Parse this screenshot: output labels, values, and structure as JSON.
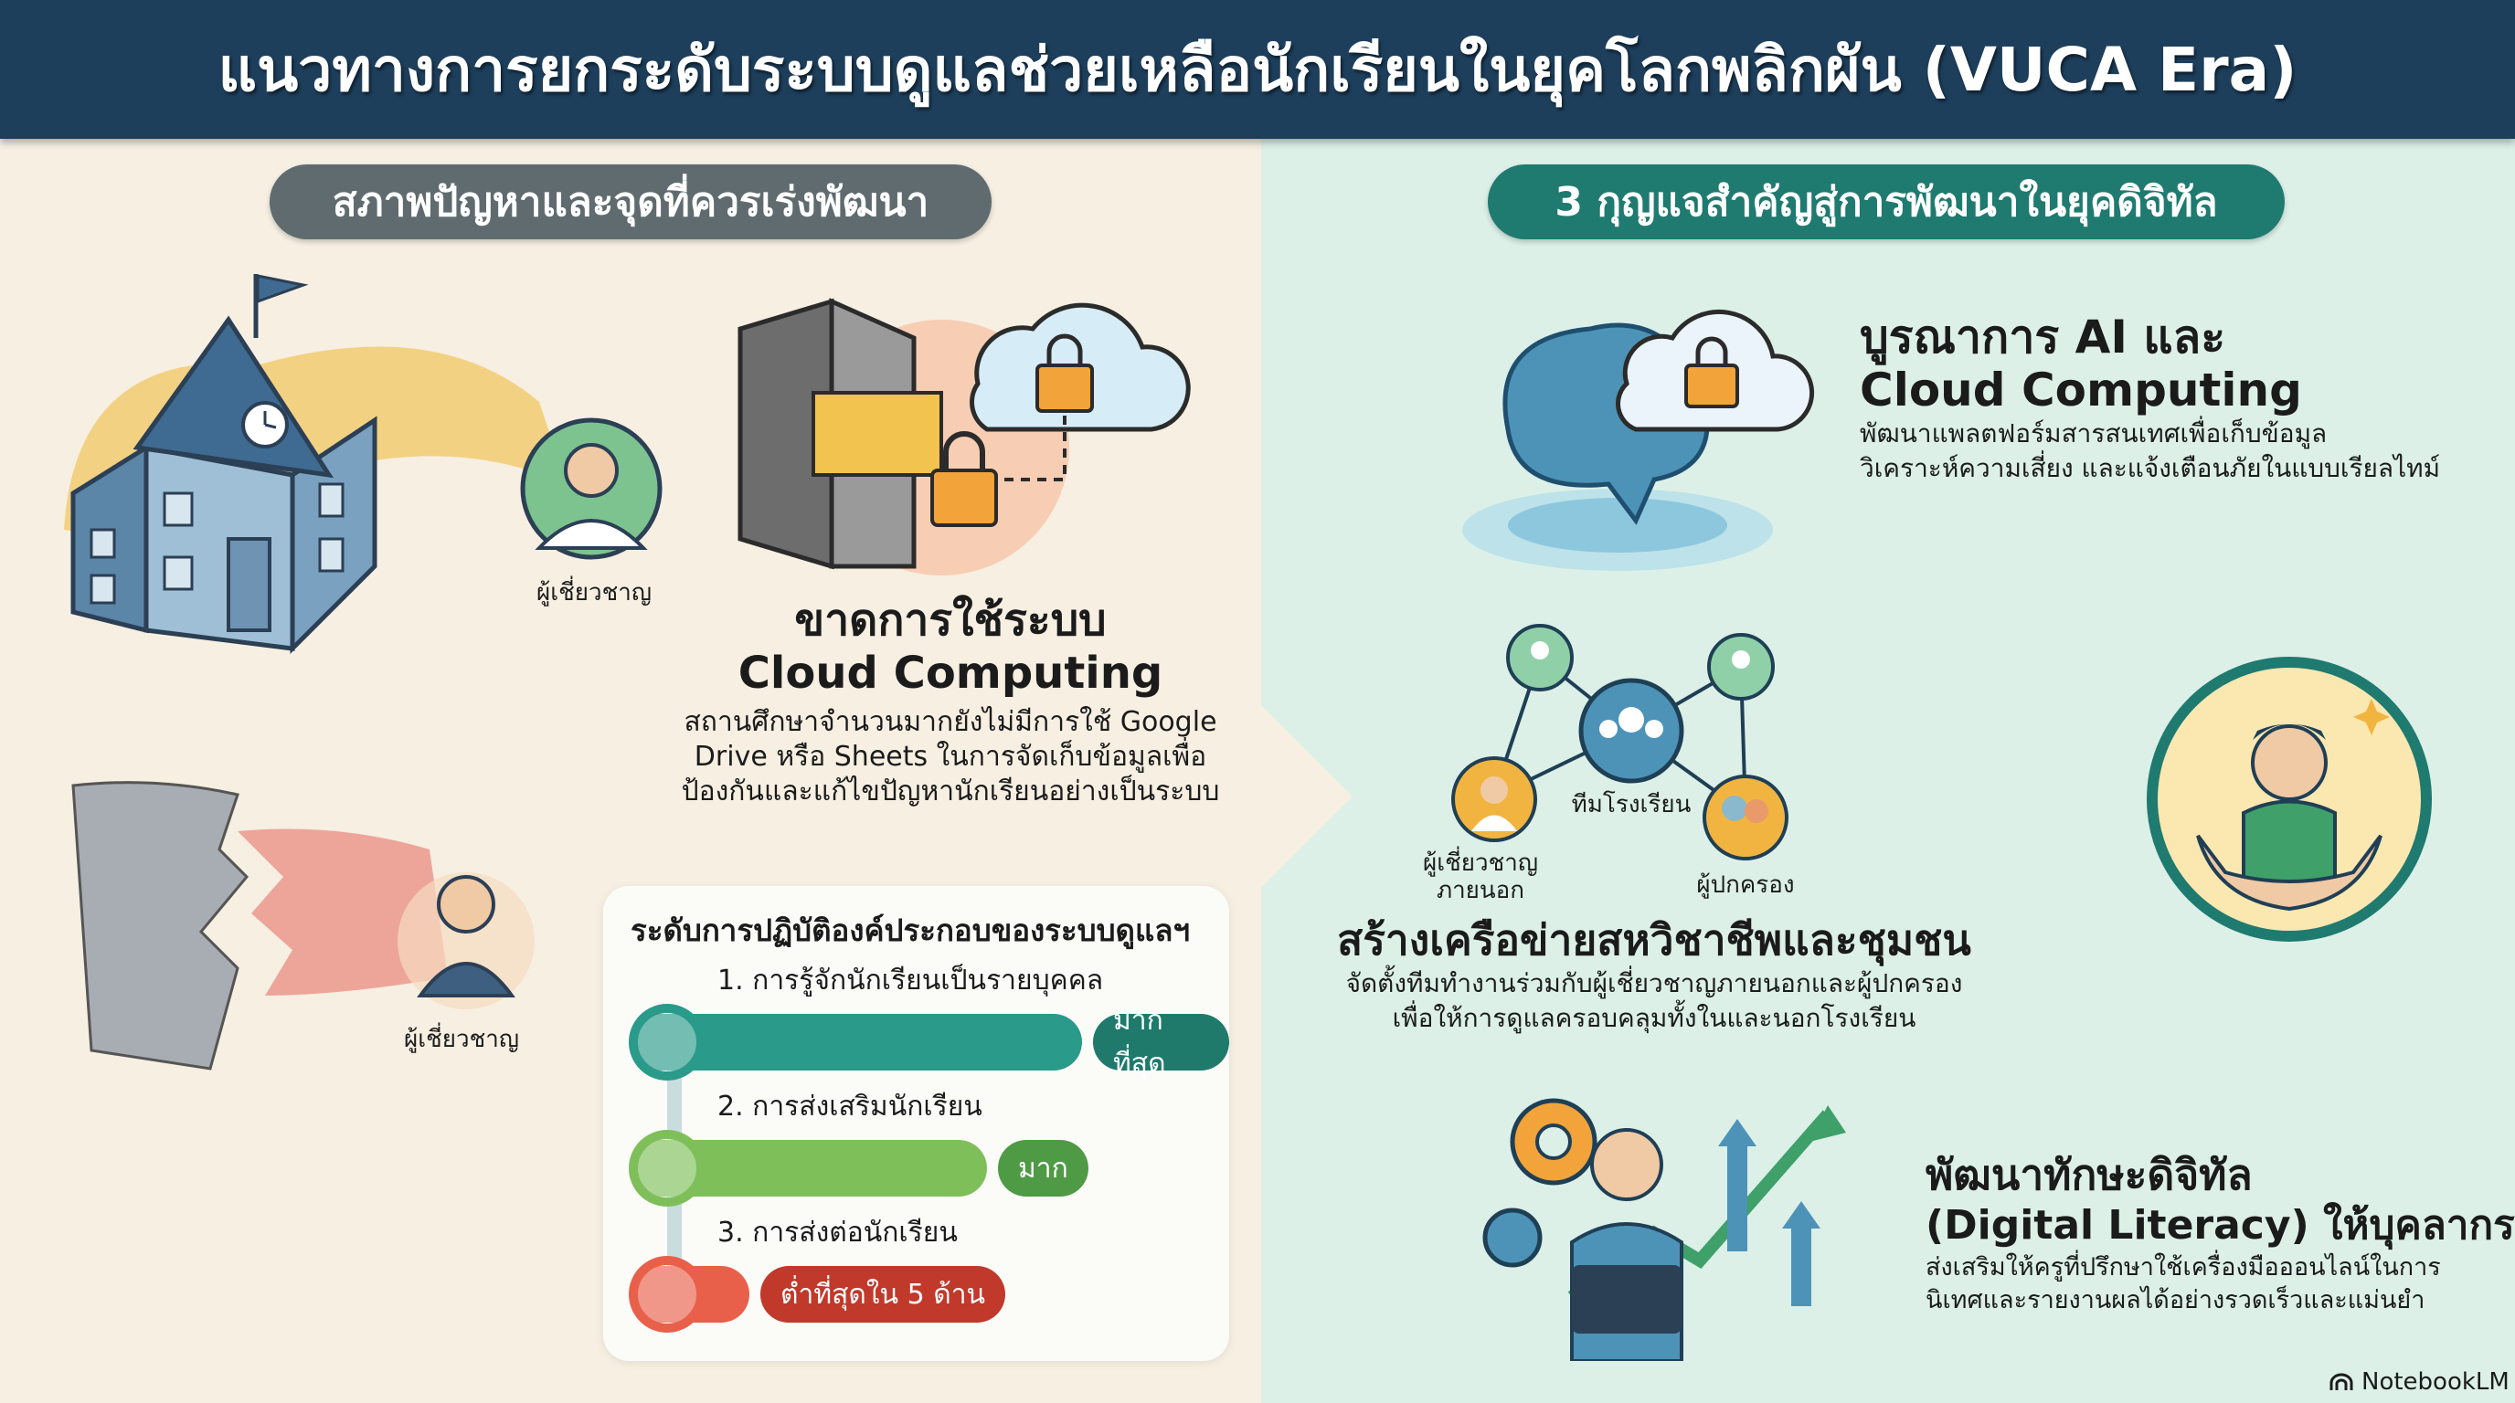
{
  "header": {
    "title": "แนวทางการยกระดับระบบดูแลช่วยเหลือนักเรียนในยุคโลกพลิกผัน (VUCA Era)"
  },
  "left": {
    "pill": "สภาพปัญหาและจุดที่ควรเร่งพัฒนา",
    "expert_label_1": "ผู้เชี่ยวชาญ",
    "expert_label_2": "ผู้เชี่ยวชาญ",
    "cloud": {
      "title_1": "ขาดการใช้ระบบ",
      "title_2": "Cloud Computing",
      "body": [
        "สถานศึกษาจำนวนมากยังไม่มีการใช้ Google",
        "Drive หรือ Sheets ในการจัดเก็บข้อมูลเพื่อ",
        "ป้องกันและแก้ไขปัญหานักเรียนอย่างเป็นระบบ"
      ]
    },
    "card": {
      "title": "ระดับการปฏิบัติองค์ประกอบของระบบดูแลฯ",
      "items": [
        {
          "label": "1. การรู้จักนักเรียนเป็นรายบุคคล",
          "badge": "มากที่สุด",
          "level": 1.0,
          "color": "#2a9a8a",
          "badge_color": "#1f7a6c"
        },
        {
          "label": "2. การส่งเสริมนักเรียน",
          "badge": "มาก",
          "level": 0.75,
          "color": "#7fbf5a",
          "badge_color": "#4f9a45"
        },
        {
          "label": "3. การส่งต่อนักเรียน",
          "badge": "ต่ำที่สุดใน 5 ด้าน",
          "level": 0.25,
          "color": "#e8604a",
          "badge_color": "#c0392b"
        }
      ]
    }
  },
  "right": {
    "pill": "3 กุญแจสำคัญสู่การพัฒนาในยุคดิจิทัล",
    "ai": {
      "title_1": "บูรณาการ AI และ",
      "title_2": "Cloud Computing",
      "body": [
        "พัฒนาแพลตฟอร์มสารสนเทศเพื่อเก็บข้อมูล",
        "วิเคราะห์ความเสี่ยง และแจ้งเตือนภัยในแบบเรียลไทม์"
      ]
    },
    "network": {
      "team": "ทีมโรงเรียน",
      "expert": [
        "ผู้เชี่ยวชาญ",
        "ภายนอก"
      ],
      "parents": "ผู้ปกครอง",
      "title": "สร้างเครือข่ายสหวิชาชีพและชุมชน",
      "body": [
        "จัดตั้งทีมทำงานร่วมกับผู้เชี่ยวชาญภายนอกและผู้ปกครอง",
        "เพื่อให้การดูแลครอบคลุมทั้งในและนอกโรงเรียน"
      ]
    },
    "digital": {
      "title_1": "พัฒนาทักษะดิจิทัล",
      "title_2": "(Digital Literacy) ให้บุคลากร",
      "body": [
        "ส่งเสริมให้ครูที่ปรึกษาใช้เครื่องมือออนไลน์ในการ",
        "นิเทศและรายงานผลได้อย่างรวดเร็วและแม่นยำ"
      ]
    }
  },
  "footer": {
    "brand": "NotebookLM"
  },
  "colors": {
    "navy": "#1d3f5c",
    "teal": "#1f7a70",
    "gray": "#5f6b6e",
    "cream": "#f6efe2",
    "mint": "#dcf0e8"
  }
}
